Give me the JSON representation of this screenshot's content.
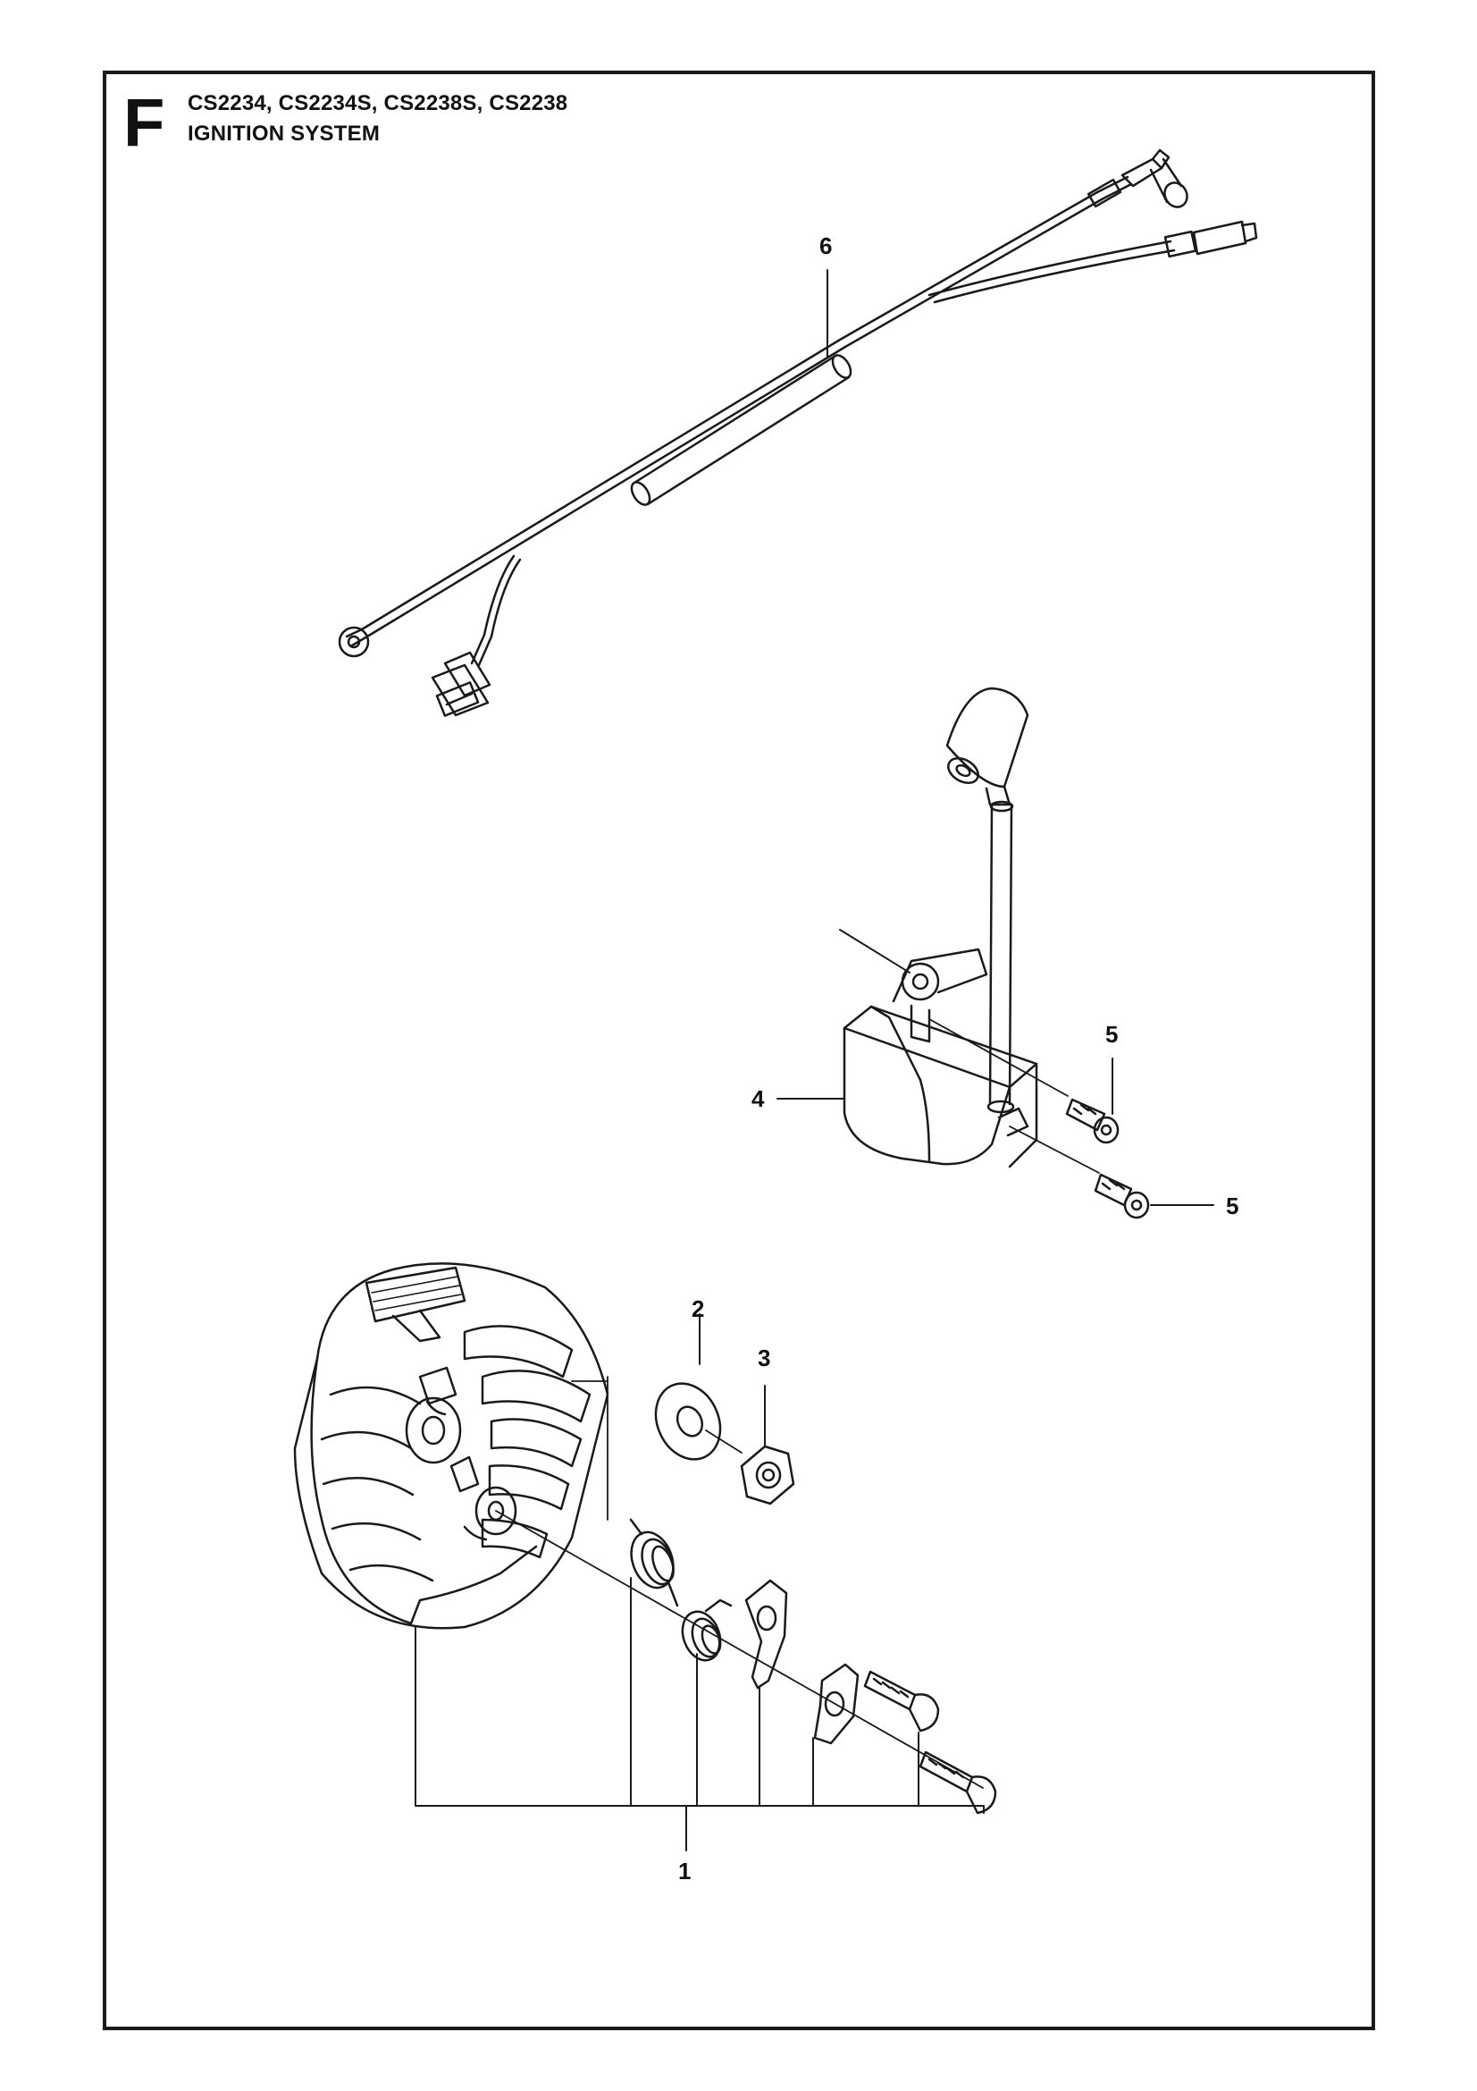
{
  "header": {
    "section_letter": "F",
    "models": "CS2234, CS2234S, CS2238S, CS2238",
    "system_title": "IGNITION SYSTEM"
  },
  "callouts": {
    "c1": "1",
    "c2": "2",
    "c3": "3",
    "c4": "4",
    "c5a": "5",
    "c5b": "5",
    "c6": "6"
  },
  "colors": {
    "line": "#1a1a1a",
    "fill": "#ffffff"
  }
}
